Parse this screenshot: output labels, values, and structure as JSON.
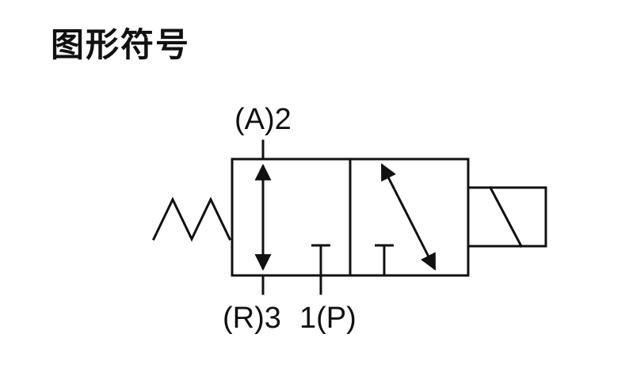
{
  "title": "图形符号",
  "ports": {
    "a_label": "(A)2",
    "r_label": "(R)3",
    "p_label": "1(P)"
  },
  "colors": {
    "line": "#111111",
    "background": "#ffffff"
  },
  "symbol": {
    "type": "3/2-way solenoid valve, spring return",
    "left_box": "A-R flow (bidirectional arrow), P blocked",
    "right_box": "P-A flow (diagonal bidirectional arrow), blocked port",
    "actuator_left": "spring-icon",
    "actuator_right": "solenoid-icon"
  }
}
